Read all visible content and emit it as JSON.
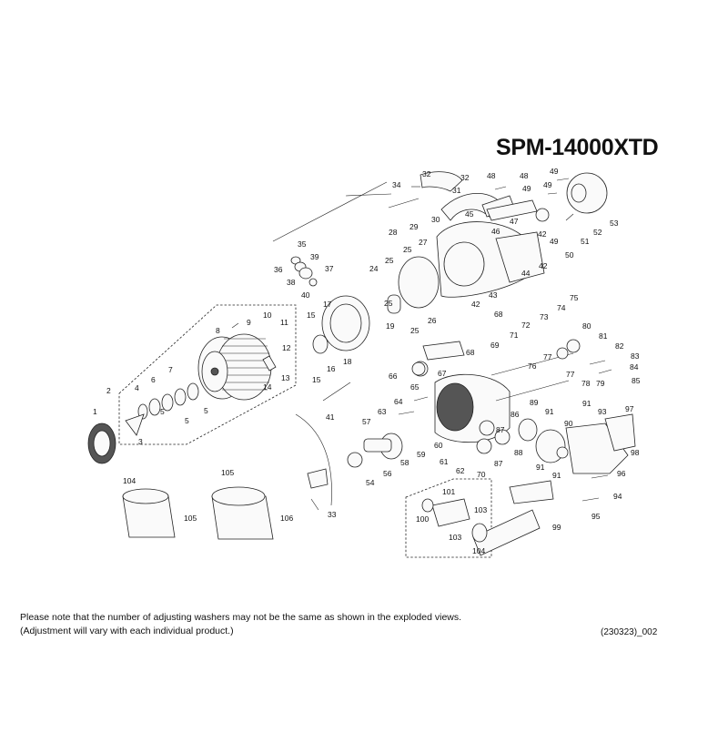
{
  "model": "SPM-14000XTD",
  "note_line1": "Please note that the number of adjusting washers may not be the same as shown in the exploded views.",
  "note_line2": "(Adjustment will vary with each individual product.)",
  "doc_code": "(230323)_002",
  "part_labels": [
    "1",
    "2",
    "3",
    "4",
    "5",
    "5",
    "5",
    "6",
    "7",
    "8",
    "9",
    "10",
    "11",
    "12",
    "13",
    "14",
    "15",
    "15",
    "16",
    "17",
    "18",
    "19",
    "24",
    "25",
    "25",
    "25",
    "25",
    "26",
    "27",
    "28",
    "29",
    "30",
    "31",
    "32",
    "32",
    "33",
    "34",
    "35",
    "36",
    "37",
    "38",
    "39",
    "40",
    "41",
    "42",
    "42",
    "42",
    "43",
    "44",
    "45",
    "46",
    "47",
    "48",
    "48",
    "49",
    "49",
    "49",
    "49",
    "50",
    "51",
    "52",
    "53",
    "54",
    "56",
    "57",
    "58",
    "59",
    "60",
    "61",
    "62",
    "63",
    "64",
    "65",
    "66",
    "67",
    "68",
    "68",
    "69",
    "70",
    "71",
    "72",
    "73",
    "74",
    "75",
    "76",
    "77",
    "77",
    "78",
    "79",
    "80",
    "81",
    "82",
    "83",
    "84",
    "85",
    "86",
    "87",
    "87",
    "88",
    "89",
    "90",
    "91",
    "91",
    "91",
    "91",
    "93",
    "94",
    "95",
    "96",
    "97",
    "98",
    "99",
    "100",
    "101",
    "103",
    "103",
    "104",
    "104",
    "105",
    "105",
    "106"
  ]
}
